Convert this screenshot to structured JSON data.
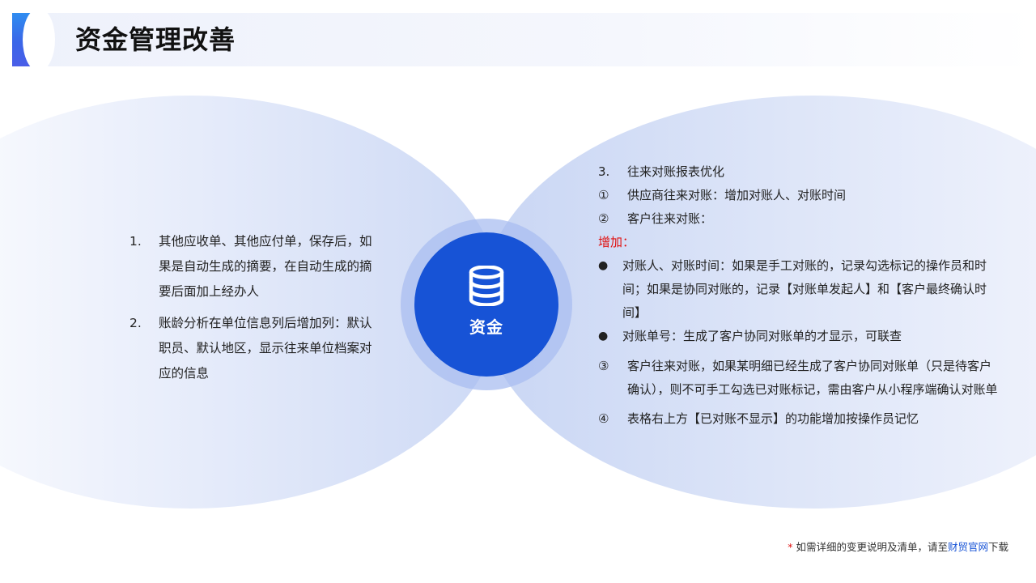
{
  "header": {
    "title": "资金管理改善"
  },
  "hub": {
    "icon": "database-icon",
    "label": "资金"
  },
  "left": {
    "items": [
      {
        "num": "1.",
        "text": "其他应收单、其他应付单，保存后，如果是自动生成的摘要，在自动生成的摘要后面加上经办人"
      },
      {
        "num": "2.",
        "text": "账龄分析在单位信息列后增加列：默认职员、默认地区，显示往来单位档案对应的信息"
      }
    ]
  },
  "right": {
    "heading": {
      "num": "3.",
      "text": "往来对账报表优化"
    },
    "item1": {
      "num": "①",
      "text": "供应商往来对账：增加对账人、对账时间"
    },
    "item2": {
      "num": "②",
      "text": "客户往来对账："
    },
    "added_label": "增加：",
    "bullets": [
      {
        "mark": "●",
        "text": "对账人、对账时间：如果是手工对账的，记录勾选标记的操作员和时间；如果是协同对账的，记录【对账单发起人】和【客户最终确认时间】"
      },
      {
        "mark": "●",
        "text": "对账单号：生成了客户协同对账单的才显示，可联查"
      }
    ],
    "item3": {
      "num": "③",
      "text": "客户往来对账，如果某明细已经生成了客户协同对账单（只是待客户确认），则不可手工勾选已对账标记，需由客户从小程序端确认对账单"
    },
    "item4": {
      "num": "④",
      "text": "表格右上方【已对账不显示】的功能增加按操作员记忆"
    }
  },
  "footer": {
    "star": "*",
    "note": "如需详细的变更说明及清单，请至",
    "link": "财贸官网",
    "suffix": "下载"
  },
  "colors": {
    "accent": "#1753d6",
    "red": "#e01010"
  }
}
